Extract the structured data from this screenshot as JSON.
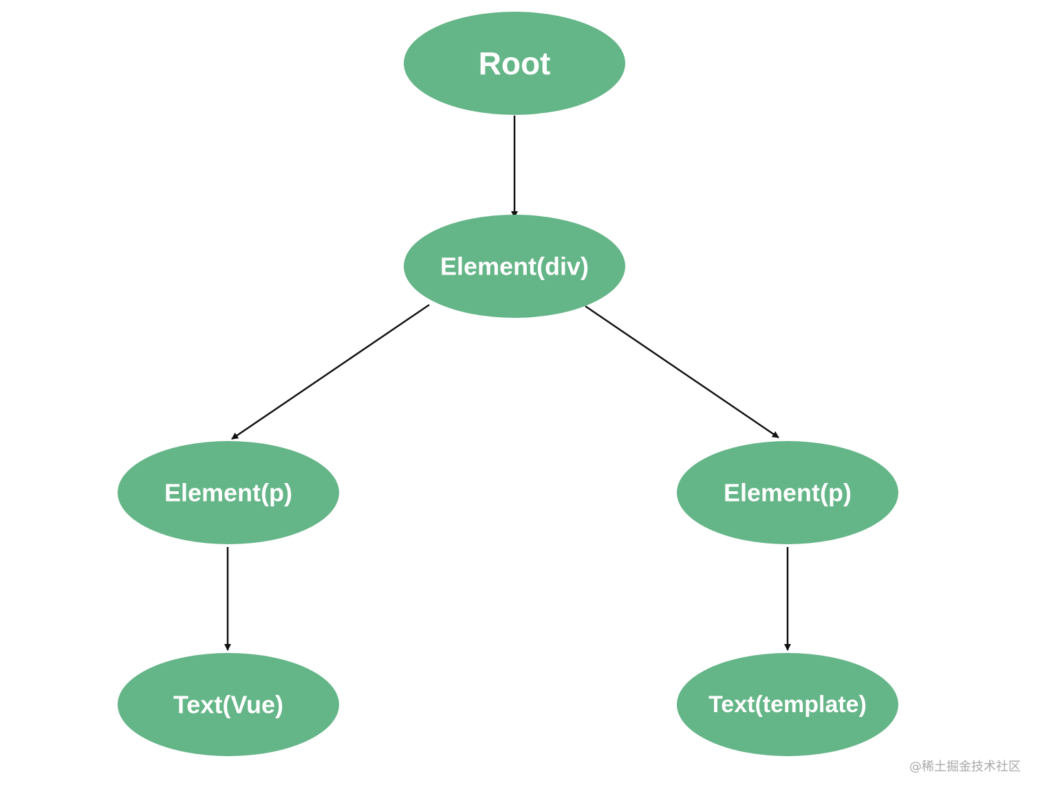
{
  "diagram": {
    "node_color": "#64b587",
    "label_color": "#ffffff",
    "edge_color": "#111111",
    "nodes": {
      "root": {
        "label": "Root"
      },
      "div": {
        "label": "Element(div)"
      },
      "p_left": {
        "label": "Element(p)"
      },
      "p_right": {
        "label": "Element(p)"
      },
      "text_vue": {
        "label": "Text(Vue)"
      },
      "text_template": {
        "label": "Text(template)"
      }
    },
    "edges": [
      {
        "from": "Root",
        "to": "Element(div)"
      },
      {
        "from": "Element(div)",
        "to": "Element(p)"
      },
      {
        "from": "Element(div)",
        "to": "Element(p)"
      },
      {
        "from": "Element(p)",
        "to": "Text(Vue)"
      },
      {
        "from": "Element(p)",
        "to": "Text(template)"
      }
    ]
  },
  "watermark": "@稀土掘金技术社区"
}
